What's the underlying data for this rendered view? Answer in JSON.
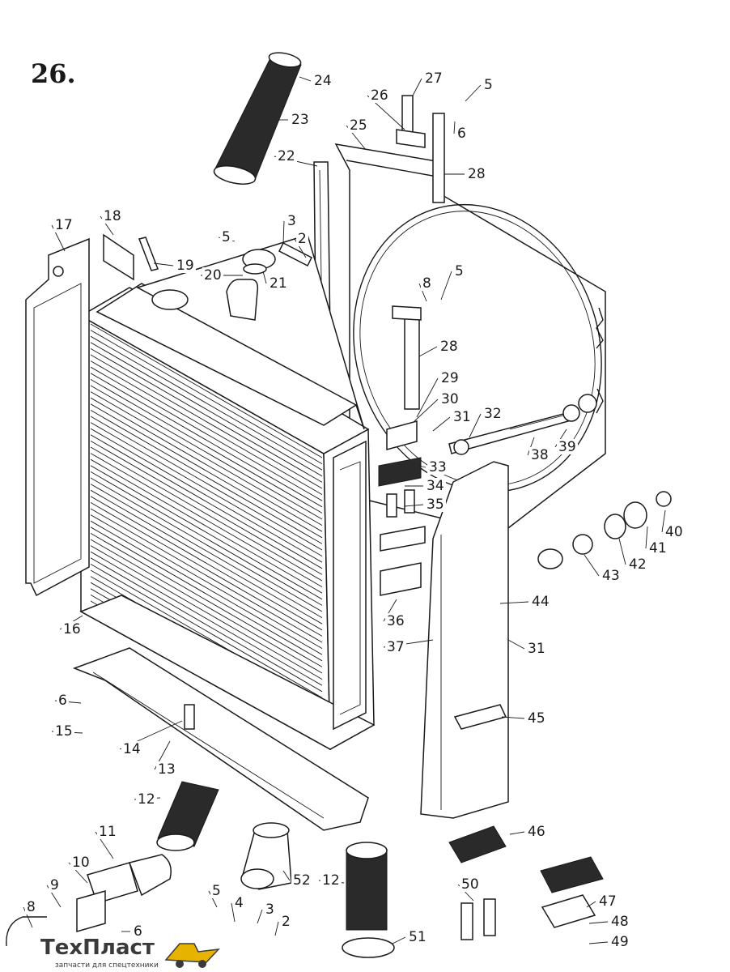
{
  "figure_number": "26.",
  "callouts": [
    "24",
    "23",
    "27",
    "26",
    "5",
    "6",
    "25",
    "22",
    "28",
    "18",
    "17",
    "3",
    "2",
    "5",
    "19",
    "20",
    "21",
    "8",
    "5",
    "28",
    "29",
    "30",
    "31",
    "32",
    "38",
    "39",
    "33",
    "34",
    "35",
    "40",
    "41",
    "42",
    "43",
    "36",
    "44",
    "31",
    "37",
    "16",
    "45",
    "6",
    "15",
    "14",
    "13",
    "12",
    "46",
    "11",
    "52",
    "12",
    "10",
    "50",
    "47",
    "9",
    "5",
    "4",
    "3",
    "2",
    "48",
    "8",
    "6",
    "51",
    "49"
  ],
  "watermark": {
    "brand": "ТехПласт",
    "tagline": "запчасти для спецтехники",
    "brand_color": "#e6b400"
  }
}
